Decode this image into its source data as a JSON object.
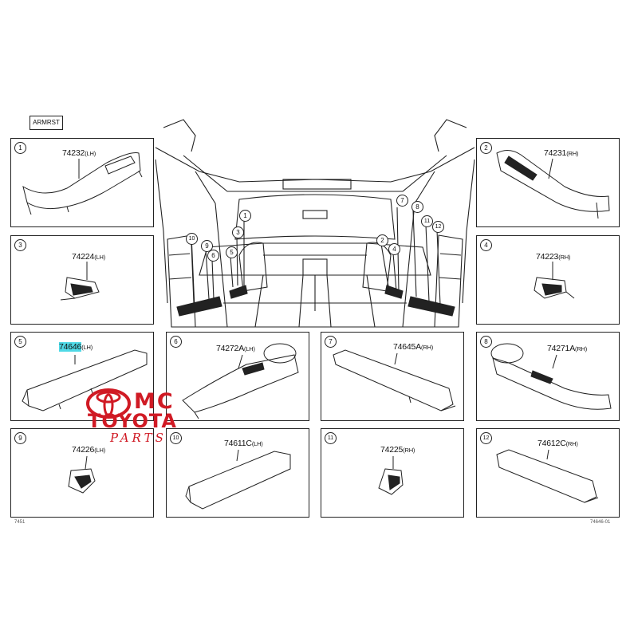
{
  "diagram_tag": "ARMRST",
  "panels": [
    {
      "num": "1",
      "code": "74232",
      "side": "(LH)"
    },
    {
      "num": "2",
      "code": "74231",
      "side": "(RH)"
    },
    {
      "num": "3",
      "code": "74224",
      "side": "(LH)"
    },
    {
      "num": "4",
      "code": "74223",
      "side": "(RH)"
    },
    {
      "num": "5",
      "code": "74646",
      "side": "(LH)",
      "highlight": true
    },
    {
      "num": "6",
      "code": "74272A",
      "side": "(LH)"
    },
    {
      "num": "7",
      "code": "74645A",
      "side": "(RH)"
    },
    {
      "num": "8",
      "code": "74271A",
      "side": "(RH)"
    },
    {
      "num": "9",
      "code": "74226",
      "side": "(LH)"
    },
    {
      "num": "10",
      "code": "74611C",
      "side": "(LH)"
    },
    {
      "num": "11",
      "code": "74225",
      "side": "(RH)"
    },
    {
      "num": "12",
      "code": "74612C",
      "side": "(RH)"
    }
  ],
  "callouts": [
    "1",
    "2",
    "3",
    "4",
    "5",
    "6",
    "7",
    "8",
    "9",
    "10",
    "11",
    "12"
  ],
  "footer": {
    "left": "7451",
    "right": "74646-01"
  },
  "watermark": {
    "line1": "MC",
    "line2": "TOYOTA",
    "line3": "PARTS",
    "color": "#d01a24"
  },
  "highlight_color": "#4fd9e6"
}
